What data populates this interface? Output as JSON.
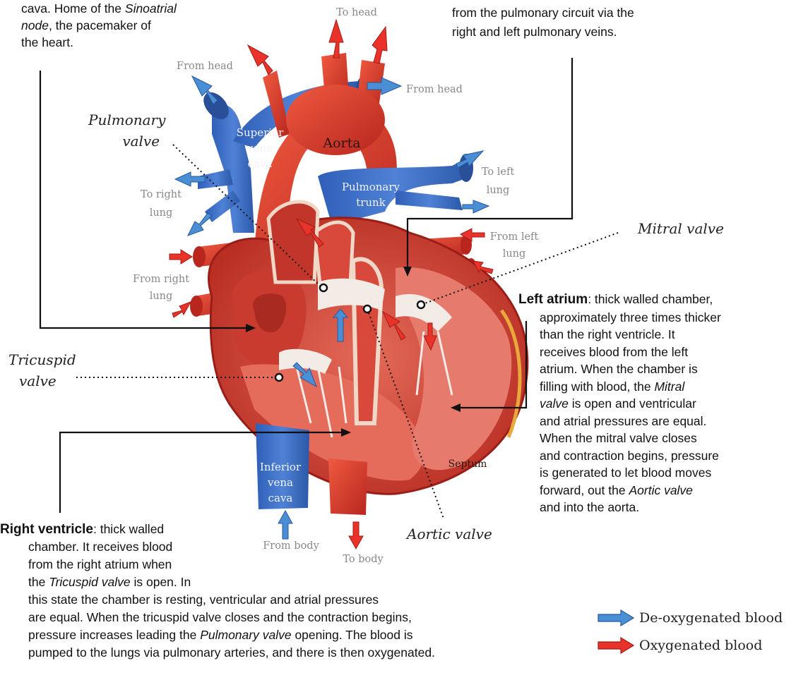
{
  "top_left": {
    "lines": [
      [
        "cava. Home of the ",
        {
          "i": "Sinoatrial"
        }
      ],
      [
        {
          "i": "node"
        },
        ", the pacemaker of"
      ],
      [
        "the heart."
      ]
    ]
  },
  "top_right": {
    "lines": [
      [
        "from the pulmonary circuit via the"
      ],
      [
        "right and left pulmonary veins."
      ]
    ]
  },
  "labels": {
    "pulmonary_valve": [
      "Pulmonary",
      "valve"
    ],
    "mitral_valve": "Mitral valve",
    "tricuspid_valve": [
      "Tricuspid",
      "valve"
    ],
    "aortic_valve": "Aortic valve"
  },
  "heart_labels": {
    "to_head": "To head",
    "from_head_left": "From head",
    "from_head_right": "From head",
    "superior_vena_cava": [
      "Superior",
      "vena",
      "cava"
    ],
    "aorta": "Aorta",
    "to_left_lung": [
      "To left",
      "lung"
    ],
    "pulmonary_trunk": [
      "Pulmonary",
      "trunk"
    ],
    "to_right_lung": [
      "To right",
      "lung"
    ],
    "from_left_lung": [
      "From left",
      "lung"
    ],
    "from_right_lung": [
      "From right",
      "lung"
    ],
    "septum": "Septum",
    "inferior_vena_cava": [
      "Inferior",
      "vena",
      "cava"
    ],
    "from_body": "From body",
    "to_body": "To body"
  },
  "left_atrium": {
    "lines": [
      [
        {
          "b": "Left atrium"
        },
        ": thick walled chamber,"
      ],
      [
        "approximately three times thicker"
      ],
      [
        "than the right ventricle. It"
      ],
      [
        "receives blood from the left"
      ],
      [
        "atrium. When the chamber is"
      ],
      [
        "filling with blood, the ",
        {
          "i": "Mitral"
        }
      ],
      [
        {
          "i": "valve"
        },
        " is open and ventricular"
      ],
      [
        "and atrial pressures are equal."
      ],
      [
        "When the mitral valve closes"
      ],
      [
        "and contraction begins, pressure"
      ],
      [
        "is generated to let blood moves"
      ],
      [
        "forward, out the ",
        {
          "i": "Aortic valve"
        }
      ],
      [
        "and into the aorta."
      ]
    ]
  },
  "right_ventricle": {
    "lines": [
      [
        {
          "b": "Right ventricle"
        },
        ": thick walled"
      ],
      [
        "chamber. It receives blood"
      ],
      [
        "from the right atrium when"
      ],
      [
        "the ",
        {
          "i": "Tricuspid valve"
        },
        " is open. In"
      ],
      [
        "this state the chamber is resting, ventricular and atrial pressures"
      ],
      [
        "are equal. When the tricuspid valve closes and the contraction begins,"
      ],
      [
        "pressure increases leading the ",
        {
          "i": "Pulmonary valve"
        },
        " opening. The blood is"
      ],
      [
        "pumped to the lungs via pulmonary arteries, and there is then oxygenated."
      ]
    ]
  },
  "legend": [
    {
      "label": "De-oxygenated blood",
      "color": "#4a8fd6"
    },
    {
      "label": "Oxygenated blood",
      "color": "#e8322a"
    }
  ],
  "colors": {
    "vein_blue": "#3f6fc4",
    "artery_red": "#e0402e",
    "muscle": "#c8332a",
    "muscle_light": "#e8776e",
    "valve_white": "#f3ece6"
  }
}
